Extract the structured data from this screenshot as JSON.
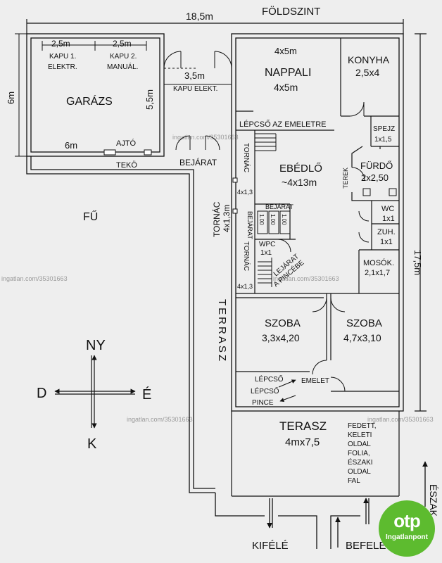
{
  "floor_title": "FÖLDSZINT",
  "dims": {
    "total_width": "18,5m",
    "total_depth": "17,5m",
    "garage_depth": "6m",
    "garage_inner_depth": "5,5m",
    "garage_width": "6m",
    "gate1_width": "2,5m",
    "gate2_width": "2,5m",
    "gate_elektr_width": "3,5m"
  },
  "rooms": {
    "garage": "GARÁZS",
    "gate1": [
      "KAPU 1.",
      "ELEKTR."
    ],
    "gate2": [
      "KAPU 2.",
      "MANUÁL."
    ],
    "gate_elektr": "KAPU ELEKT.",
    "door": "AJTÓ",
    "teko": "TEKÖ",
    "entrance": "BEJÁRAT",
    "living": {
      "top": "4x5m",
      "name": "NAPPALI",
      "size": "4x5m"
    },
    "kitchen": {
      "name": "KONYHA",
      "size": "2,5x4"
    },
    "pantry": {
      "name": "SPEJZ",
      "size": "1x1,5"
    },
    "stairs_up": "LÉPCSŐ AZ EMELETRE",
    "dining": {
      "name": "EBÉDLŐ",
      "size": "~4x13m"
    },
    "bath": {
      "name": "FÜRDŐ",
      "size": "2x2,50"
    },
    "terek": "TEREK",
    "wc": {
      "name": "WC",
      "size": "1x1"
    },
    "shower": {
      "name": "ZUH.",
      "size": "1x1"
    },
    "laundry": {
      "name": "MOSÓK.",
      "size": "2,1x1,7"
    },
    "tornac_upper": {
      "name": "TORNÁC",
      "size": "4x1,3"
    },
    "tornac_outer": {
      "name": "TORNÁC",
      "size": "4x1,3m"
    },
    "tornac_lower": {
      "name": "TORNÁC",
      "size": "4x1,3"
    },
    "inner_entrance": "BEJÁRAT",
    "step_heights": [
      "1.00",
      "1.00",
      "1.00"
    ],
    "wpc": {
      "name": "WPC",
      "size": "1x1"
    },
    "cellar_stairs": [
      "LEJÁRAT",
      "A PINCÉBE"
    ],
    "room1": {
      "name": "SZOBA",
      "size": "3,3x4,20"
    },
    "room2": {
      "name": "SZOBA",
      "size": "4,7x3,10"
    },
    "stair_a": "LÉPCSŐ",
    "stair_b": "LÉPCSŐ",
    "stair_up_word": "EMELET",
    "stair_down_word": "PINCE",
    "terrace": {
      "name": "TERASZ",
      "size": "4mx7,5"
    },
    "terrace_note": [
      "FEDETT,",
      "KELETI",
      "OLDAL",
      "FOLIA,",
      "ÉSZAKI",
      "OLDAL",
      "FAL"
    ],
    "terrace_side": "TERRASZ",
    "grass": "FŰ"
  },
  "compass": {
    "north": "NY",
    "south": "K",
    "west": "D",
    "east": "É"
  },
  "arrows": {
    "out": "KIFÉLÉ",
    "in": "BEFELÉ",
    "right": "ÉSZAK"
  },
  "watermarks": [
    "ingatlan.com/35301663",
    "ingatlan.com/35301663",
    "ingatlan.com/35301663",
    "ingatlan.com/35301663",
    "ingatlan.com/35301663"
  ],
  "logo": {
    "brand": "otp",
    "sub": "Ingatlanpont"
  }
}
